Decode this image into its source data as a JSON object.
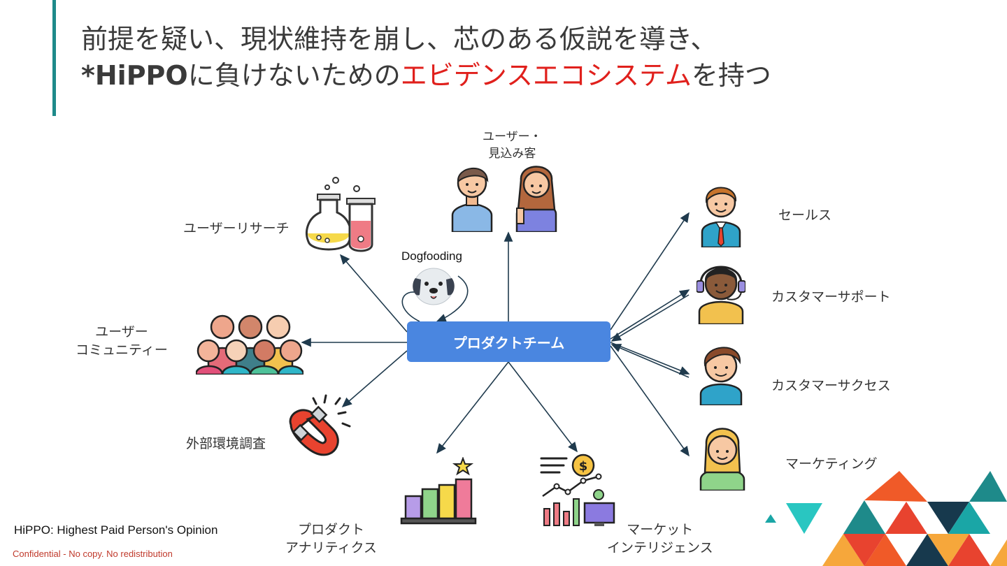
{
  "title": {
    "line1": "前提を疑い、現状維持を崩し、芯のある仮説を導き、",
    "line2_prefix_bold": "*HiPPO",
    "line2_mid": "に負けないための",
    "line2_highlight": "エビデンスエコシステム",
    "line2_suffix": "を持つ"
  },
  "hub": {
    "label": "プロダクトチーム"
  },
  "nodes": {
    "users_prospects": [
      "ユーザー・",
      "見込み客"
    ],
    "user_research": "ユーザーリサーチ",
    "dogfooding": "Dogfooding",
    "user_community": [
      "ユーザー",
      "コミュニティー"
    ],
    "external_research": "外部環境調査",
    "product_analytics": [
      "プロダクト",
      "アナリティクス"
    ],
    "market_intelligence": [
      "マーケット",
      "インテリジェンス"
    ],
    "sales": "セールス",
    "customer_support": "カスタマーサポート",
    "customer_success": "カスタマーサクセス",
    "marketing": "マーケティング"
  },
  "footnote": "HiPPO: Highest Paid Person's Opinion",
  "confidential": "Confidential - No copy. No redistribution",
  "colors": {
    "accent_bar": "#1e8a8a",
    "highlight_text": "#e0201c",
    "hub_fill": "#4a86e0",
    "arrow": "#1f3a4d",
    "confidential": "#c0392b"
  },
  "icons": [
    "lab-flask-icon",
    "users-prospects-icon",
    "dog-icon",
    "user-community-icon",
    "magnet-icon",
    "bar-chart-icon",
    "market-intel-icon",
    "sales-person-icon",
    "support-agent-icon",
    "success-person-icon",
    "marketing-person-icon",
    "geometric-decoration"
  ]
}
